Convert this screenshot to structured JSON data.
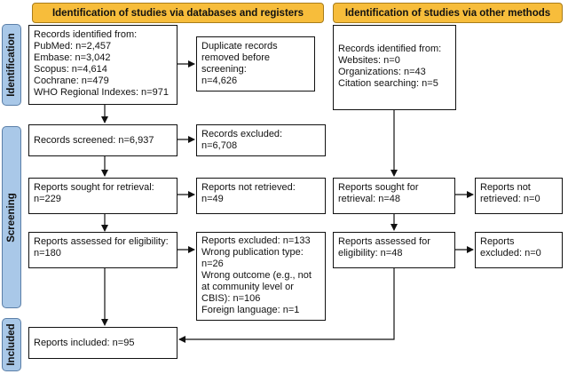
{
  "headers": {
    "databases": "Identification of studies via databases and registers",
    "other": "Identification of studies via other methods"
  },
  "phases": {
    "identification": "Identification",
    "screening": "Screening",
    "included": "Included"
  },
  "boxes": {
    "records_identified": "Records identified from:\nPubMed: n=2,457\nEmbase: n=3,042\nScopus: n=4,614\nCochrane: n=479\nWHO Regional Indexes: n=971",
    "duplicates_removed": "Duplicate records\nremoved before\nscreening:\nn=4,626",
    "records_screened": "Records screened: n=6,937",
    "records_excluded": "Records excluded:\nn=6,708",
    "reports_sought": "Reports sought for retrieval:\nn=229",
    "reports_not_retrieved": "Reports not retrieved:\nn=49",
    "reports_assessed": "Reports assessed for eligibility:\nn=180",
    "reports_excluded": "Reports excluded: n=133\nWrong publication type:\nn=26\nWrong outcome (e.g., not\nat community level or\nCBIS): n=106\nForeign language: n=1",
    "reports_included": "Reports included: n=95",
    "other_records": "Records identified from:\nWebsites: n=0\nOrganizations: n=43\nCitation searching: n=5",
    "other_sought": "Reports sought for\nretrieval: n=48",
    "other_not_retrieved": "Reports not\nretrieved: n=0",
    "other_assessed": "Reports assessed for\neligibility: n=48",
    "other_excluded": "Reports\nexcluded: n=0"
  }
}
